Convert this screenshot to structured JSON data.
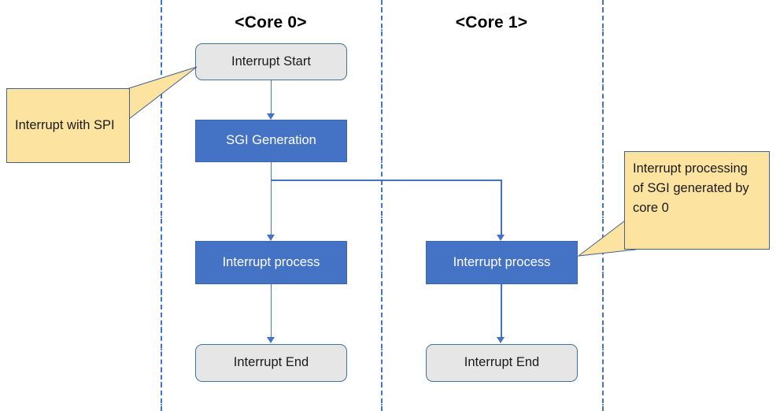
{
  "diagram": {
    "title_lanes": [
      {
        "label": "<Core 0>",
        "name": "lane-header-core0"
      },
      {
        "label": "<Core 1>",
        "name": "lane-header-core1"
      }
    ],
    "nodes": {
      "interrupt_start": "Interrupt Start",
      "sgi_generation": "SGI Generation",
      "interrupt_process_core0": "Interrupt process",
      "interrupt_process_core1": "Interrupt process",
      "interrupt_end_core0": "Interrupt End",
      "interrupt_end_core1": "Interrupt End"
    },
    "callouts": {
      "left": "Interrupt with SPI",
      "right": "Interrupt processing of SGI generated by core 0"
    },
    "colors": {
      "action_fill": "#4472C4",
      "terminator_fill": "#E7E6E6",
      "terminator_border": "#41719C",
      "callout_fill": "#FCE3A0",
      "callout_border": "#44618C",
      "connector": "#4472C4",
      "lane_divider": "#4472C4",
      "background": "#FFFFFF"
    }
  }
}
